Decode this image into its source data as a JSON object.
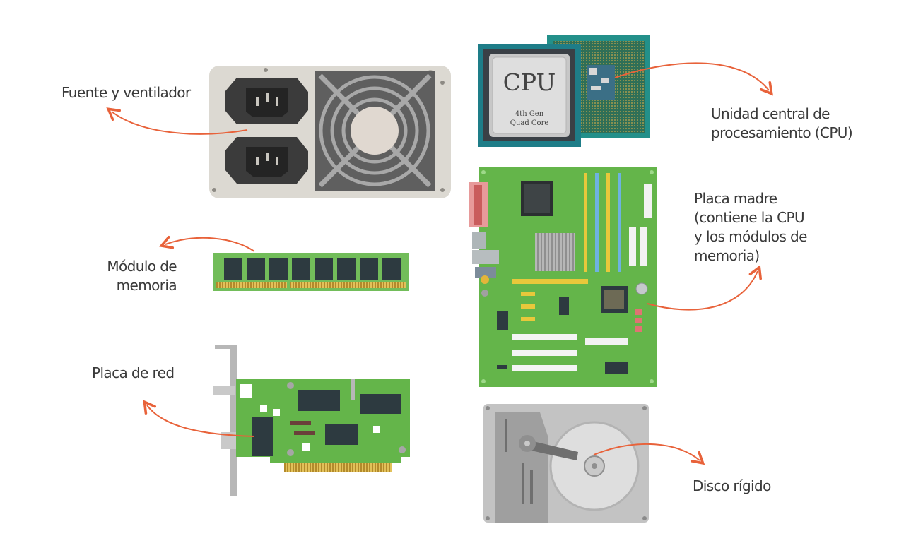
{
  "labels": {
    "psu": "Fuente y ventilador",
    "cpu_line1": "Unidad central de",
    "cpu_line2": "procesamiento (CPU)",
    "motherboard_line1": "Placa madre",
    "motherboard_line2": "(contiene la CPU",
    "motherboard_line3": "y los módulos de",
    "motherboard_line4": "memoria)",
    "ram_line1": "Módulo de",
    "ram_line2": "memoria",
    "nic": "Placa de red",
    "hdd": "Disco rígido"
  },
  "chip_text": {
    "title": "CPU",
    "gen": "4th Gen",
    "core": "Quad Core"
  },
  "colors": {
    "arrow": "#e8623a",
    "pcb_green": "#64b54a",
    "pcb_dark": "#2d3a40",
    "psu_body": "#dcd9d2",
    "metal": "#8c8c8c",
    "text": "#3a3a3a"
  }
}
